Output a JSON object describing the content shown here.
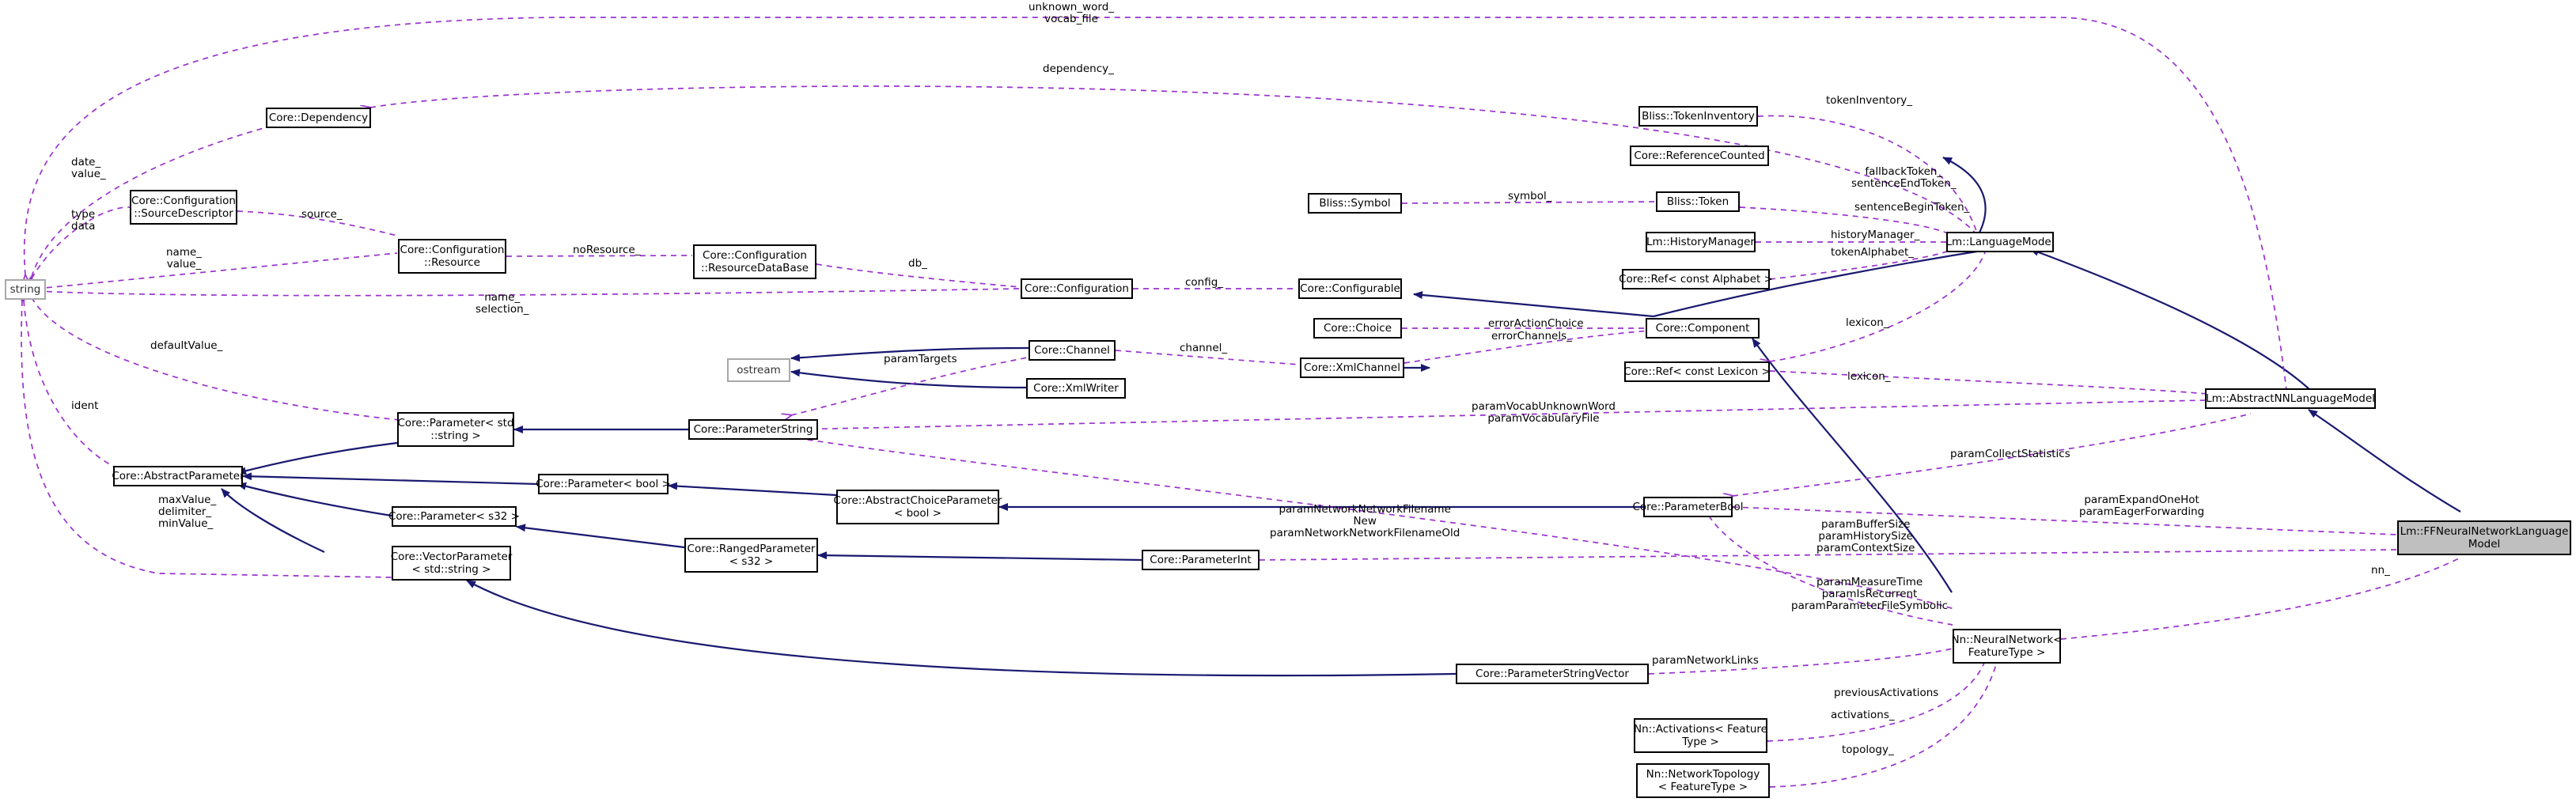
{
  "colors": {
    "inheritance": "#191970",
    "usage": "#9a32cd",
    "focus_fill": "#bfbfbf",
    "external_border": "#a8a8a8"
  },
  "nodes": {
    "string": [
      "string"
    ],
    "ostream": [
      "ostream"
    ],
    "dependency": [
      "Core::Dependency"
    ],
    "source_descriptor": [
      "Core::Configuration",
      "::SourceDescriptor"
    ],
    "config_resource": [
      "Core::Configuration",
      "::Resource"
    ],
    "resource_database": [
      "Core::Configuration",
      "::ResourceDataBase"
    ],
    "configuration": [
      "Core::Configuration"
    ],
    "configurable": [
      "Core::Configurable"
    ],
    "token_inventory": [
      "Bliss::TokenInventory"
    ],
    "reference_counted": [
      "Core::ReferenceCounted"
    ],
    "symbol": [
      "Bliss::Symbol"
    ],
    "token": [
      "Bliss::Token"
    ],
    "history_manager": [
      "Lm::HistoryManager"
    ],
    "ref_alphabet": [
      "Core::Ref< const Alphabet >"
    ],
    "language_model": [
      "Lm::LanguageModel"
    ],
    "choice": [
      "Core::Choice"
    ],
    "component": [
      "Core::Component"
    ],
    "channel": [
      "Core::Channel"
    ],
    "xml_writer": [
      "Core::XmlWriter"
    ],
    "xml_channel": [
      "Core::XmlChannel"
    ],
    "ref_lexicon": [
      "Core::Ref< const Lexicon >"
    ],
    "abstract_nn_lm": [
      "Lm::AbstractNNLanguageModel"
    ],
    "parameter_std_string": [
      "Core::Parameter< std",
      "::string >"
    ],
    "parameter_string": [
      "Core::ParameterString"
    ],
    "abstract_parameter": [
      "Core::AbstractParameter"
    ],
    "parameter_bool": [
      "Core::Parameter< bool >"
    ],
    "abstract_choice_parameter": [
      "Core::AbstractChoiceParameter",
      "< bool >"
    ],
    "param_bool": [
      "Core::ParameterBool"
    ],
    "parameter_s32": [
      "Core::Parameter< s32 >"
    ],
    "ranged_parameter": [
      "Core::RangedParameter",
      "< s32 >"
    ],
    "parameter_int": [
      "Core::ParameterInt"
    ],
    "vector_parameter": [
      "Core::VectorParameter",
      "< std::string >"
    ],
    "parameter_string_vector": [
      "Core::ParameterStringVector"
    ],
    "neural_network": [
      "Nn::NeuralNetwork<",
      "FeatureType >"
    ],
    "activations": [
      "Nn::Activations< Feature",
      "Type >"
    ],
    "network_topology": [
      "Nn::NetworkTopology",
      "< FeatureType >"
    ],
    "ff_nn_lm": [
      "Lm::FFNeuralNetworkLanguage",
      "Model"
    ]
  },
  "edge_labels": {
    "unknown_word": [
      "unknown_word_",
      "vocab_file"
    ],
    "dependency": [
      "dependency_"
    ],
    "date_value": [
      "date_",
      "value_"
    ],
    "type_data": [
      "type",
      "data"
    ],
    "source": [
      "source_"
    ],
    "no_resource": [
      "noResource_"
    ],
    "name_value": [
      "name_",
      "value_"
    ],
    "db": [
      "db_"
    ],
    "name_selection": [
      "name_",
      "selection_"
    ],
    "config": [
      "config_"
    ],
    "token_inventory": [
      "tokenInventory_"
    ],
    "fallback_token": [
      "fallbackToken_",
      "sentenceEndToken_"
    ],
    "symbol": [
      "symbol_"
    ],
    "sentence_begin": [
      "sentenceBeginToken_"
    ],
    "history_manager": [
      "historyManager_"
    ],
    "token_alphabet": [
      "tokenAlphabet_"
    ],
    "error_action": [
      "errorActionChoice"
    ],
    "error_channels": [
      "errorChannels_"
    ],
    "lexicon_upper": [
      "lexicon_"
    ],
    "lexicon_lower": [
      "lexicon_"
    ],
    "channel": [
      "channel_"
    ],
    "param_targets": [
      "paramTargets"
    ],
    "default_value": [
      "defaultValue_"
    ],
    "ident": [
      "ident"
    ],
    "param_vocab": [
      "paramVocabUnknownWord",
      "paramVocabularyFile"
    ],
    "param_collect": [
      "paramCollectStatistics"
    ],
    "param_network_filename": [
      "paramNetworkNetworkFilename",
      "New",
      "paramNetworkNetworkFilenameOld"
    ],
    "param_expand": [
      "paramExpandOneHot",
      "paramEagerForwarding"
    ],
    "param_buffer": [
      "paramBufferSize",
      "paramHistorySize",
      "paramContextSize"
    ],
    "nn": [
      "nn_"
    ],
    "param_measure": [
      "paramMeasureTime",
      "paramIsRecurrent",
      "paramParameterFileSymbolic"
    ],
    "max_value": [
      "maxValue_",
      "delimiter_",
      "minValue_"
    ],
    "param_network_links": [
      "paramNetworkLinks"
    ],
    "previous_activations": [
      "previousActivations"
    ],
    "activations": [
      "activations_"
    ],
    "topology": [
      "topology_"
    ]
  }
}
